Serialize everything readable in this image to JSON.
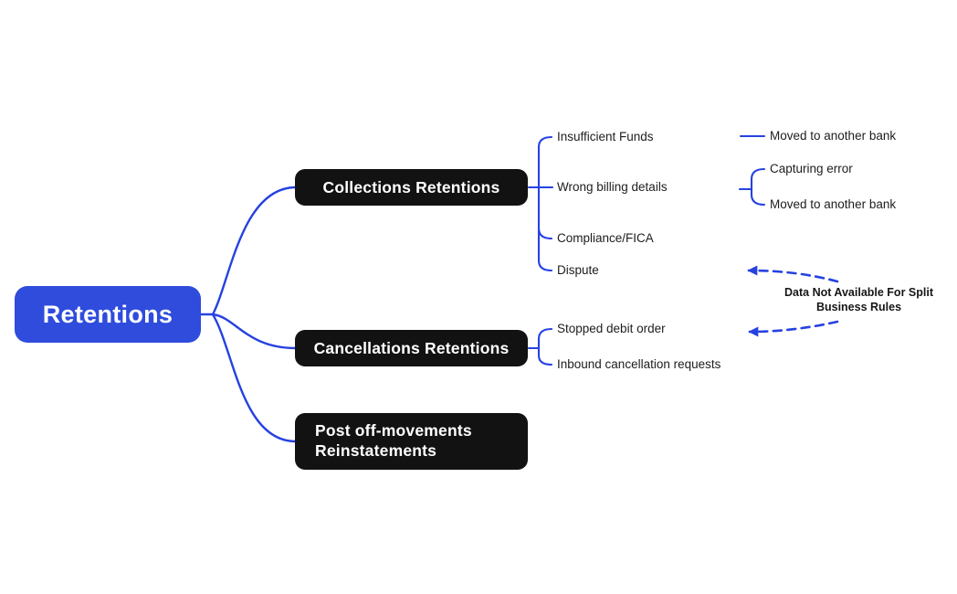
{
  "colors": {
    "accent_blue": "#2F4CDC",
    "connector_blue": "#2642E0",
    "node_black": "#121212",
    "text_dark": "#1d1d1d",
    "background": "#ffffff"
  },
  "mindmap": {
    "root": {
      "label": "Retentions"
    },
    "branches": [
      {
        "label": "Collections Retentions",
        "children": [
          {
            "label": "Insufficient Funds",
            "children": [
              {
                "label": "Moved to another bank"
              }
            ]
          },
          {
            "label": "Wrong billing details",
            "children": [
              {
                "label": "Capturing error"
              },
              {
                "label": "Moved to another bank"
              }
            ]
          },
          {
            "label": "Compliance/FICA"
          },
          {
            "label": "Dispute"
          }
        ]
      },
      {
        "label": "Cancellations Retentions",
        "children": [
          {
            "label": "Stopped debit order"
          },
          {
            "label": "Inbound cancellation requests"
          }
        ]
      },
      {
        "label": "Post off-movements Reinstatements",
        "children": []
      }
    ],
    "annotation": {
      "label": "Data Not Available For Split Business Rules"
    }
  }
}
